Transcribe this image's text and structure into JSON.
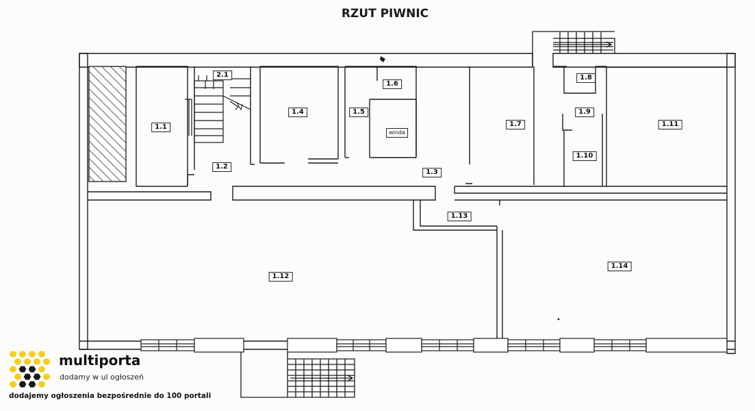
{
  "plan": {
    "title": "RZUT PIWNIC",
    "rooms": [
      {
        "id": "r-1-1",
        "label": "1.1"
      },
      {
        "id": "r-2-1",
        "label": "2.1"
      },
      {
        "id": "r-1-2",
        "label": "1.2"
      },
      {
        "id": "r-1-4",
        "label": "1.4"
      },
      {
        "id": "r-1-5",
        "label": "1.5"
      },
      {
        "id": "r-1-6",
        "label": "1.6"
      },
      {
        "id": "r-winda",
        "label": "winda"
      },
      {
        "id": "r-1-3",
        "label": "1.3"
      },
      {
        "id": "r-1-7",
        "label": "1.7"
      },
      {
        "id": "r-1-8",
        "label": "1.8"
      },
      {
        "id": "r-1-9",
        "label": "1.9"
      },
      {
        "id": "r-1-10",
        "label": "1.10"
      },
      {
        "id": "r-1-11",
        "label": "1.11"
      },
      {
        "id": "r-1-13",
        "label": "1.13"
      },
      {
        "id": "r-1-12",
        "label": "1.12"
      },
      {
        "id": "r-1-14",
        "label": "1.14"
      }
    ]
  },
  "logo": {
    "name": "multiporta",
    "tagline": "dodamy w ul ogłoszeń",
    "footer": "dodajemy ogłoszenia bezpośrednie do 100 portali",
    "accent_color": "#f2cf1d",
    "icon": "honeycomb-icon"
  }
}
